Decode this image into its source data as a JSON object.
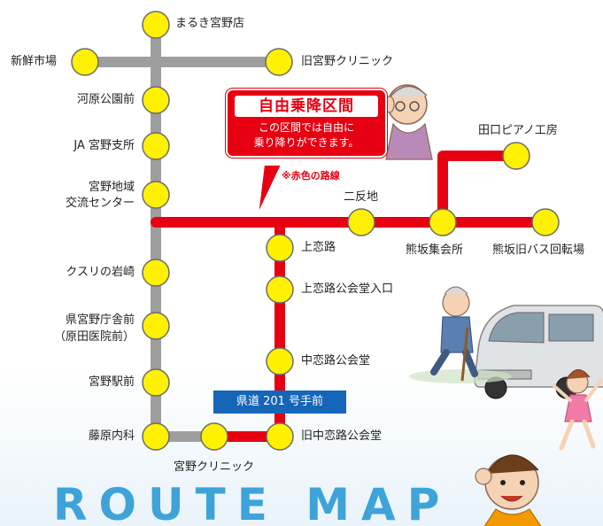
{
  "map_title": "ROUTE MAP",
  "callout": {
    "title": "自由乗降区間",
    "line1": "この区間では自由に",
    "line2": "乗り降りができます。"
  },
  "red_note": "※赤色の路線",
  "highway_label": "県道 201 号手前",
  "stops": {
    "marukiten": "まるき宮野店",
    "shinsen": "新鮮市場",
    "kyu_clinic": "旧宮野クリニック",
    "kawara": "河原公園前",
    "ja": "JA 宮野支所",
    "chiiki_1": "宮野地域",
    "chiiki_2": "交流センター",
    "kusuri": "クスリの岩崎",
    "chosha_1": "県宮野庁舎前",
    "chosha_2": "（原田医院前）",
    "eki": "宮野駅前",
    "fujihara": "藤原内科",
    "clinic": "宮野クリニック",
    "piano": "田口ピアノ工房",
    "nitanchi": "二反地",
    "kamikoiji": "上恋路",
    "kamikoiji_hall": "上恋路公会堂入口",
    "nakakoiji_hall": "中恋路公会堂",
    "kyu_nakakoiji_hall": "旧中恋路公会堂",
    "kumasaka": "熊坂集会所",
    "kumasaka_bus": "熊坂旧バス回転場"
  },
  "colors": {
    "free_section": "#e60012",
    "regular_route": "#9e9e9e",
    "stop_fill": "#fff100",
    "title": "#3ea3d9",
    "highway_label": "#1565b8"
  }
}
